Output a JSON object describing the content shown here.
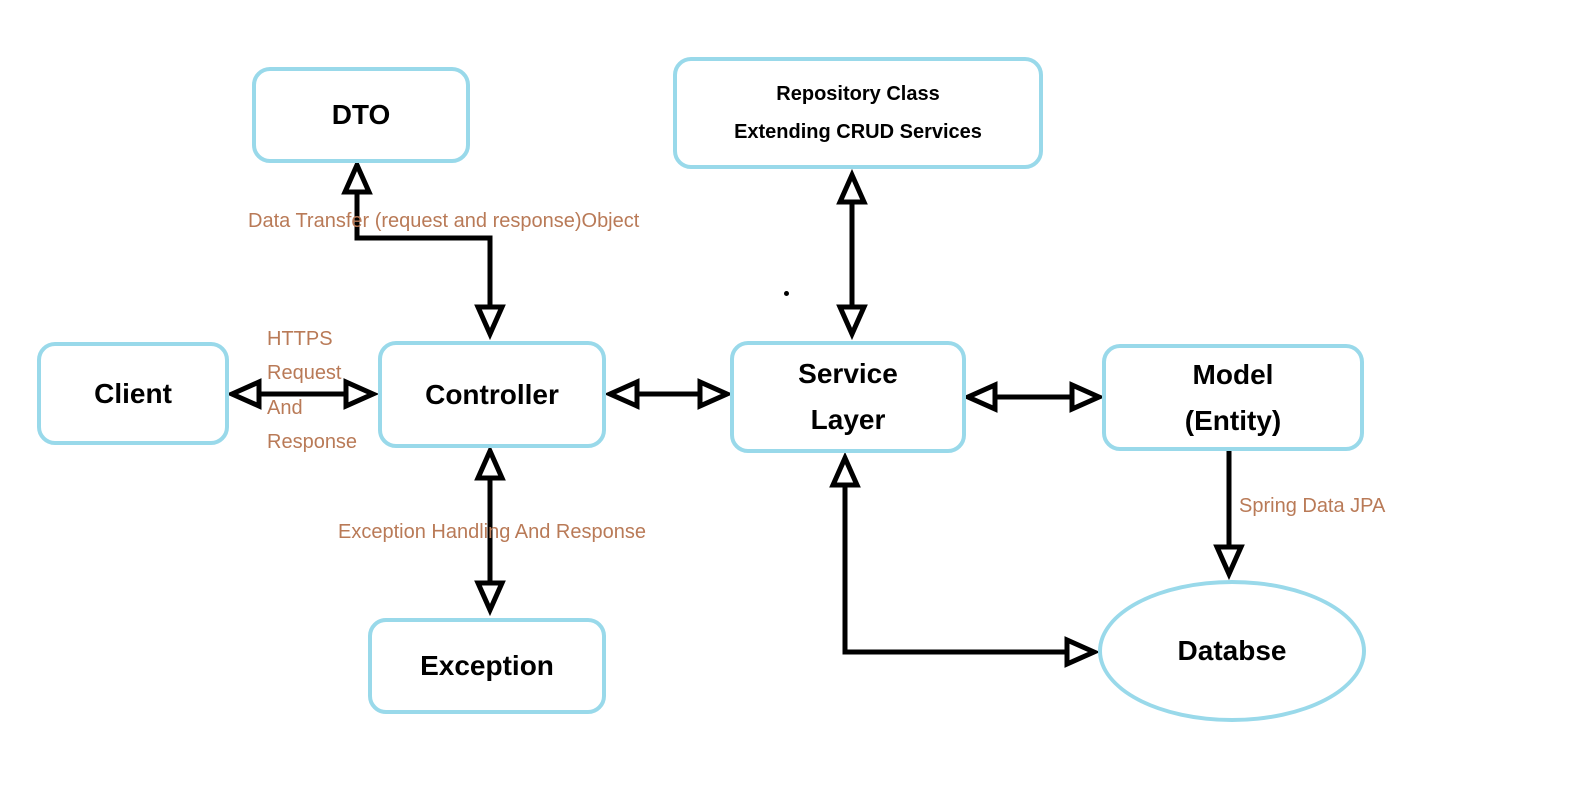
{
  "nodes": {
    "dto": {
      "label": "DTO"
    },
    "repository": {
      "line1": "Repository Class",
      "line2": "Extending CRUD Services"
    },
    "client": {
      "label": "Client"
    },
    "controller": {
      "label": "Controller"
    },
    "service": {
      "line1": "Service",
      "line2": "Layer"
    },
    "model": {
      "line1": "Model",
      "line2": "(Entity)"
    },
    "exception": {
      "label": "Exception"
    },
    "database": {
      "label": "Databse"
    }
  },
  "edges": {
    "dto_controller": "Data Transfer (request and response)Object",
    "client_controller": [
      "HTTPS",
      "Request",
      "And",
      "Response"
    ],
    "controller_exception": "Exception Handling And Response",
    "model_database": "Spring Data JPA"
  },
  "colors": {
    "box_border": "#99d9ea",
    "arrow": "#000000",
    "edge_label": "#b97a57"
  }
}
